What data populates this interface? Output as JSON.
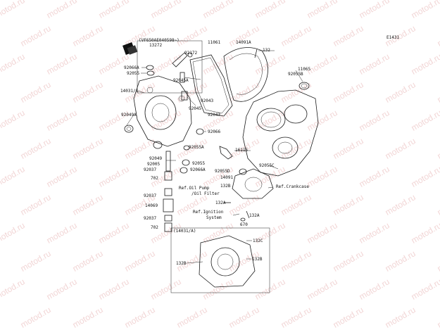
{
  "diagram": {
    "figure_code": "E1431",
    "serial_note": "(VF650AE040598~)",
    "inset_label": "(14031/A)",
    "watermark": "motod.ru",
    "callouts": {
      "p13272": "13272",
      "p92172": "92172",
      "p11061": "11061",
      "p14091A": "14091A",
      "p132top": "132",
      "p11065": "11065",
      "p92055B": "92055B",
      "p92066A_top": "92066A",
      "p92055": "92055",
      "p14031A": "14031/A",
      "p92045A": "92045A",
      "p92043a": "92043",
      "p92045": "92045",
      "p92043b": "92043",
      "p92049A": "92049A",
      "p92066": "92066",
      "p92055A": "92055A",
      "p16115": "16115",
      "p92049": "92049",
      "p92005": "92005",
      "p92055_2": "92055",
      "p92055C": "92055C",
      "p92037a": "92037",
      "p92066A_2": "92066A",
      "p92055D": "92055D",
      "p702a": "702",
      "p14091": "14091",
      "p132B_top": "132B",
      "p92037b": "92037",
      "p132A_a": "132A",
      "p14069": "14069",
      "p92037c": "92037",
      "p132A_b": "132A",
      "p702b": "702",
      "p670": "670",
      "p132C": "132C",
      "p132B_inset_r": "132B",
      "p132B_inset_l": "132B"
    },
    "references": {
      "oil_pump_1": "Ref.Oil Pump",
      "oil_pump_2": "/Oil Filter",
      "ignition_1": "Ref.Ignition",
      "ignition_2": "System",
      "crankcase": "Ref.Crankcase"
    }
  }
}
